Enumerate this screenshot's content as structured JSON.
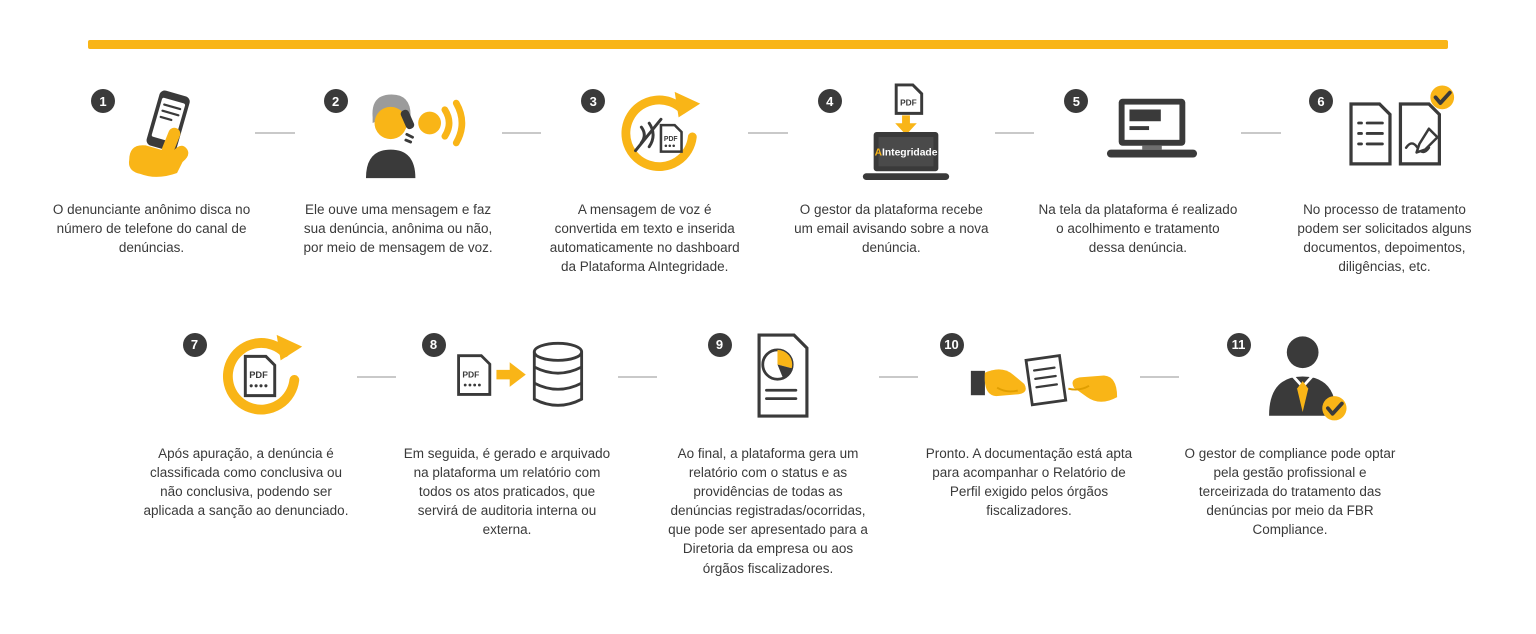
{
  "page": {
    "accent_color": "#F9B517",
    "dark_color": "#3A3A3A",
    "connector_color": "#C9C9C9",
    "background": "#FFFFFF"
  },
  "rows": [
    {
      "steps": [
        {
          "number": "1",
          "icon": "smartphone-in-hand-icon",
          "text": "O denunciante anônimo disca no número de telefone do canal de denúncias."
        },
        {
          "number": "2",
          "icon": "person-voice-message-icon",
          "text": "Ele ouve uma mensagem e faz sua denúncia, anônima ou não, por meio de mensagem de voz."
        },
        {
          "number": "3",
          "icon": "voice-to-text-cycle-icon",
          "pdf_label": "PDF",
          "text": "A mensagem de voz é convertida em texto e inserida automaticamente no dashboard da Plataforma AIntegridade."
        },
        {
          "number": "4",
          "icon": "email-to-platform-laptop-icon",
          "pdf_label": "PDF",
          "screen_label_prefix": "A",
          "screen_label_suffix": "Integridade",
          "text": "O gestor da plataforma recebe um email avisando sobre a nova denúncia."
        },
        {
          "number": "5",
          "icon": "platform-screen-laptop-icon",
          "text": "Na tela da plataforma é realizado o acolhimento e tratamento dessa denúncia."
        },
        {
          "number": "6",
          "icon": "documents-check-icon",
          "text": "No processo de tratamento podem ser solicitados alguns documentos, depoimentos, diligências, etc."
        }
      ]
    },
    {
      "steps": [
        {
          "number": "7",
          "icon": "pdf-report-cycle-icon",
          "pdf_label": "PDF",
          "text": "Após apuração, a denúncia é classificada como conclusiva ou não conclusiva, podendo ser aplicada a sanção ao denunciado."
        },
        {
          "number": "8",
          "icon": "pdf-to-database-icon",
          "pdf_label": "PDF",
          "text": "Em seguida, é gerado e arquivado na plataforma um relatório com todos os atos praticados, que servirá de auditoria interna ou externa."
        },
        {
          "number": "9",
          "icon": "report-pie-chart-icon",
          "text": "Ao final, a plataforma gera um relatório com o status e as providências de todas as denúncias registradas/ocorridas, que pode ser apresentado para a Diretoria da empresa ou aos órgãos fiscalizadores."
        },
        {
          "number": "10",
          "icon": "document-handover-icon",
          "text": "Pronto. A documentação está apta para acompanhar o Relatório de Perfil exigido pelos órgãos fiscalizadores."
        },
        {
          "number": "11",
          "icon": "compliance-manager-icon",
          "text": "O gestor de compliance pode optar pela gestão profissional e terceirizada do tratamento das denúncias por meio da FBR Compliance."
        }
      ]
    }
  ]
}
